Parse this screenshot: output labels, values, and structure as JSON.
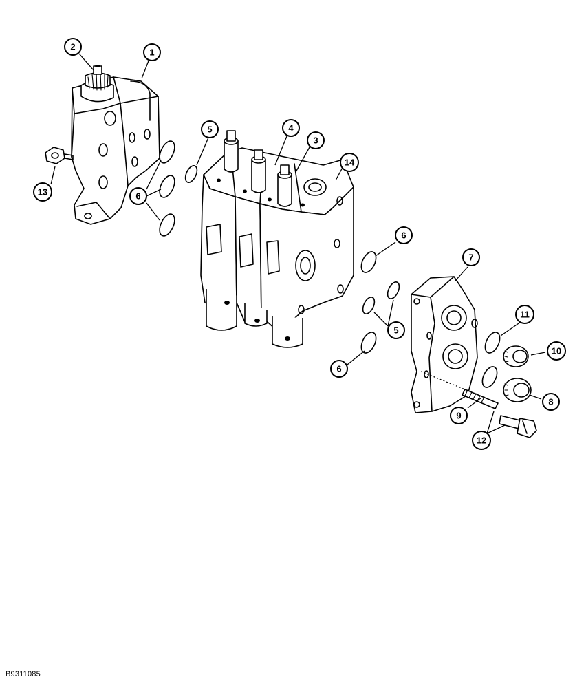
{
  "figure_id": "B9311085",
  "callouts": [
    "1",
    "2",
    "3",
    "4",
    "5",
    "6",
    "7",
    "8",
    "9",
    "10",
    "11",
    "12",
    "13",
    "14"
  ]
}
